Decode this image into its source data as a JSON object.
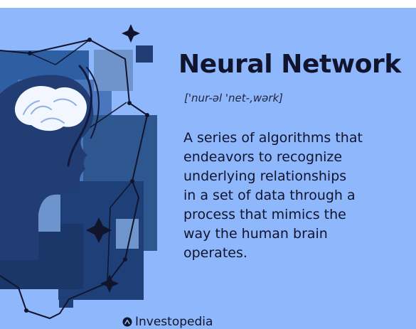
{
  "header": {
    "title": "Neural Network",
    "pronunciation": "['nur-əl 'net-,wərk]"
  },
  "main": {
    "definition": "A series of algorithms that\nendeavors to recognize\nunderlying relationships\nin a set of data through a\nprocess that mimics the\nway the human brain\noperates."
  },
  "footer": {
    "brand": "Investopedia"
  },
  "illustration": {
    "icons": [
      "head-silhouette-icon",
      "brain-icon",
      "sparkle-star-icon",
      "network-node-icon"
    ]
  },
  "colors": {
    "background": "#8fb7fb",
    "ink": "#10142d",
    "accent_navy": "#1f3f78",
    "accent_mid": "#4e79b8",
    "accent_light": "#d9e7ff"
  }
}
